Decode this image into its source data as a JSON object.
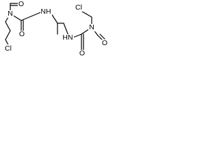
{
  "molecule": {
    "atoms": {
      "cl_left": "Cl",
      "n_left": "N",
      "o_nitroso_left": "O",
      "o_carbonyl_left": "O",
      "nh_left": "NH",
      "nh_right": "HN",
      "n_right": "N",
      "cl_right": "Cl",
      "o_nitroso_right": "O",
      "o_carbonyl_right": "O"
    }
  }
}
